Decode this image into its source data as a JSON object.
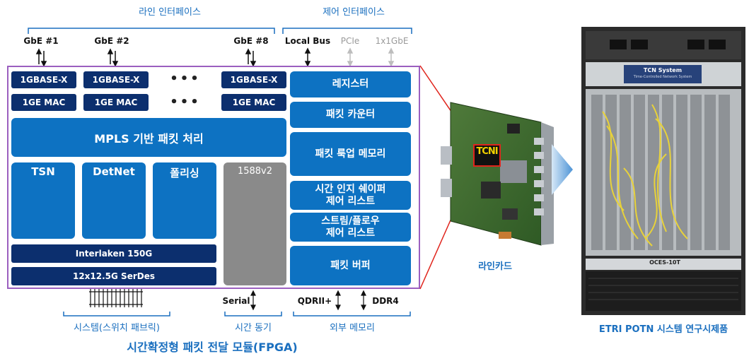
{
  "diagram": {
    "title": "시간확정형 패킷 전달 모듈(FPGA)",
    "line_interface_label": "라인 인터페이스",
    "control_interface_label": "제어 인터페이스",
    "line_ports": [
      "GbE #1",
      "GbE #2",
      "GbE #8"
    ],
    "control_ports": {
      "local_bus": "Local Bus",
      "pcie": "PCIe",
      "gbe": "1x1GbE"
    },
    "ellipsis": "•••",
    "phy_label": "1GBASE-X",
    "mac_label": "1GE MAC",
    "mpls": "MPLS 기반 패킷 처리",
    "blocks": {
      "tsn": "TSN",
      "detnet": "DetNet",
      "policing": "폴리싱",
      "ptp": "1588v2"
    },
    "interlaken": "Interlaken 150G",
    "serdes": "12x12.5G SerDes",
    "right_blocks": {
      "register": "레지스터",
      "counter": "패킷 카운터",
      "lookup": "패킷 룩업 메모리",
      "shaper_1": "시간 인지 쉐이퍼",
      "shaper_2": "제어 리스트",
      "stream_1": "스트림/플로우",
      "stream_2": "제어 리스트",
      "buffer": "패킷 버퍼"
    },
    "bottom_ports": {
      "serial": "Serial",
      "qdr": "QDRII+",
      "ddr": "DDR4"
    },
    "bottom_labels": {
      "system": "시스템(스위치 패브릭)",
      "time_sync": "시간 동기",
      "ext_mem": "외부 메모리"
    }
  },
  "linecard": {
    "chip_label": "TCNI",
    "caption": "라인카드"
  },
  "system": {
    "caption": "ETRI POTN 시스템 연구시제품",
    "panel_title": "TCN System",
    "panel_subtitle": "Time-Controlled Network System",
    "model": "OCES-10T"
  }
}
